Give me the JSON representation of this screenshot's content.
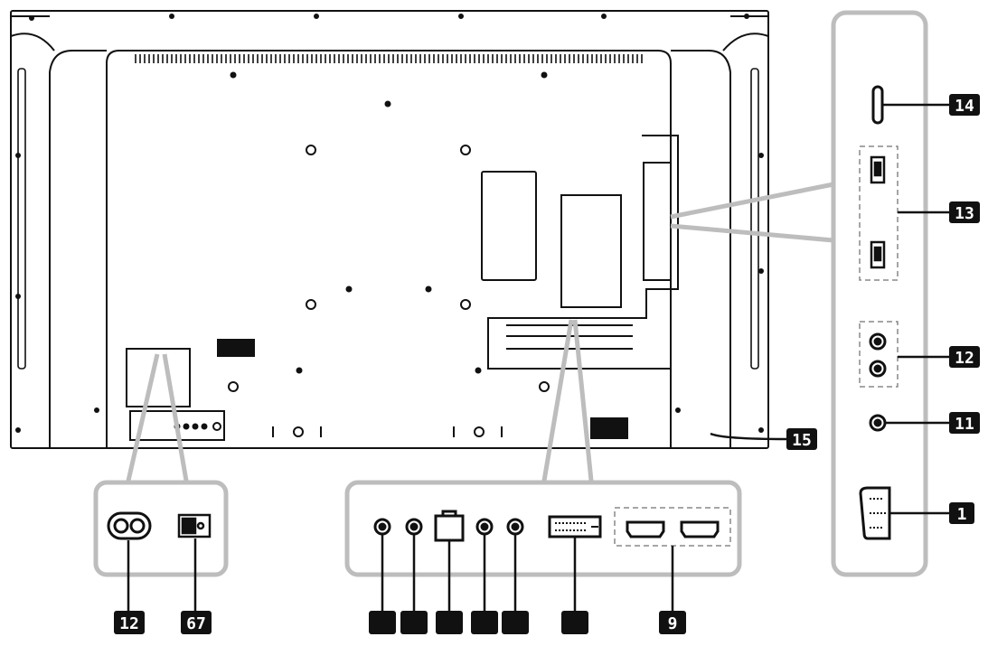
{
  "callouts": {
    "c14": "14",
    "c13": "13",
    "c12_right": "12",
    "c11": "11",
    "c1": "1",
    "c15": "15",
    "c12_bottom": "12",
    "c67": "67",
    "c9": "9",
    "c_blank_1": "",
    "c_blank_2": "",
    "c_blank_3": "",
    "c_blank_4": "",
    "c_blank_5": "",
    "c_blank_6": ""
  },
  "colors": {
    "line": "#111111",
    "zoom_panel": "#bdbdbd",
    "badge": "#111111",
    "badge_text": "#ffffff"
  },
  "icons": [
    "ac-power-inlet-icon",
    "power-switch-icon",
    "audio-jack-icon",
    "rj45-port-icon",
    "dvi-port-icon",
    "hdmi-port-icon",
    "usb-port-icon",
    "vga-port-icon",
    "ir-sensor-icon"
  ]
}
